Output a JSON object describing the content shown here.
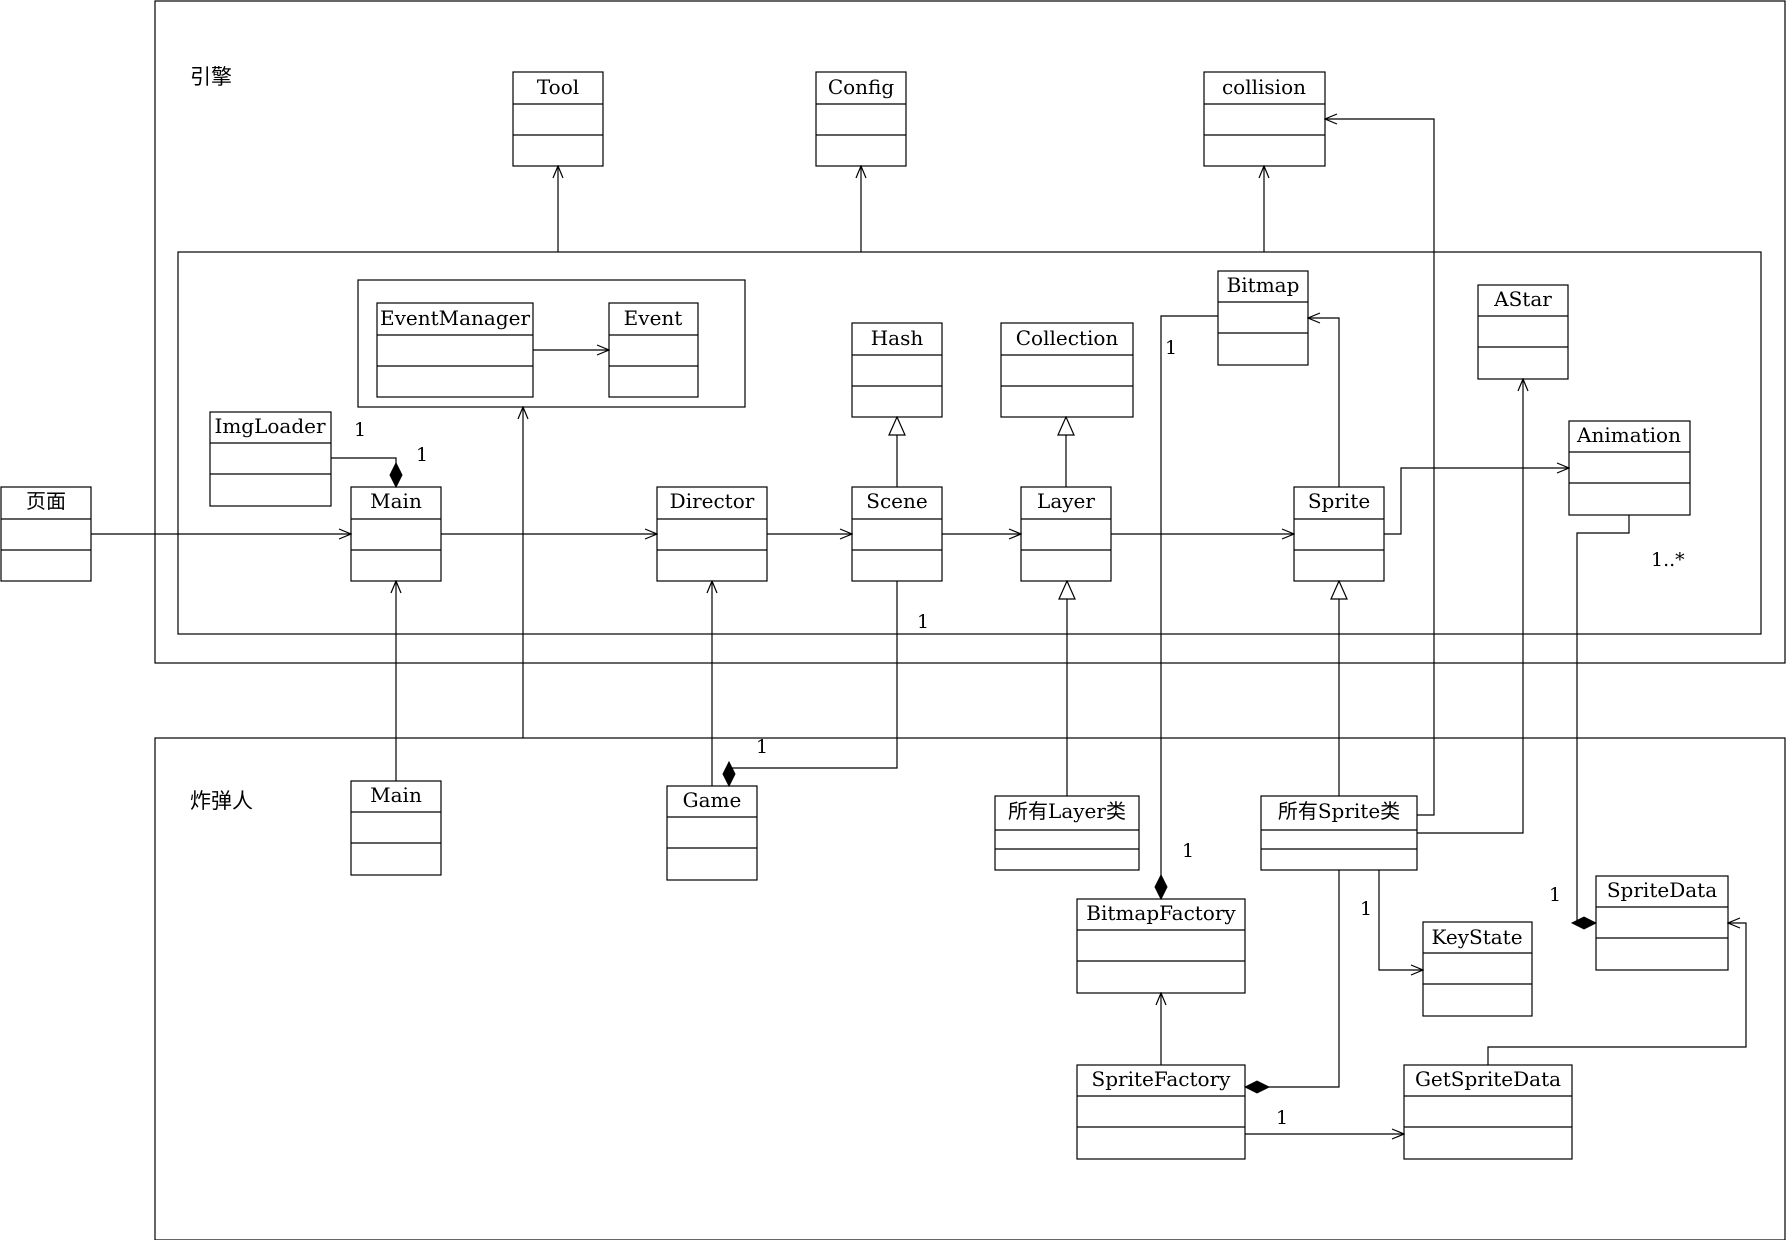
{
  "packages": {
    "engine": "引擎",
    "bomberman": "炸弹人"
  },
  "classes": {
    "tool": "Tool",
    "config": "Config",
    "collision": "collision",
    "event_manager": "EventManager",
    "event": "Event",
    "hash": "Hash",
    "collection": "Collection",
    "bitmap": "Bitmap",
    "astar": "AStar",
    "img_loader": "ImgLoader",
    "animation": "Animation",
    "page": "页面",
    "engine_main": "Main",
    "director": "Director",
    "scene": "Scene",
    "layer": "Layer",
    "sprite": "Sprite",
    "game_main": "Main",
    "game": "Game",
    "all_layers": "所有Layer类",
    "all_sprites": "所有Sprite类",
    "bitmap_factory": "BitmapFactory",
    "sprite_data": "SpriteData",
    "key_state": "KeyState",
    "sprite_factory": "SpriteFactory",
    "get_sprite_data": "GetSpriteData"
  },
  "multiplicities": {
    "imgloader_main_a": "1",
    "imgloader_main_b": "1",
    "bitmap_factory_top": "1",
    "animation_many": "1..*",
    "engine_bottom": "1",
    "game_scene": "1",
    "bitmap_factory_side": "1",
    "sprite_data": "1",
    "key_state": "1",
    "sprite_factory_getdata": "1"
  }
}
